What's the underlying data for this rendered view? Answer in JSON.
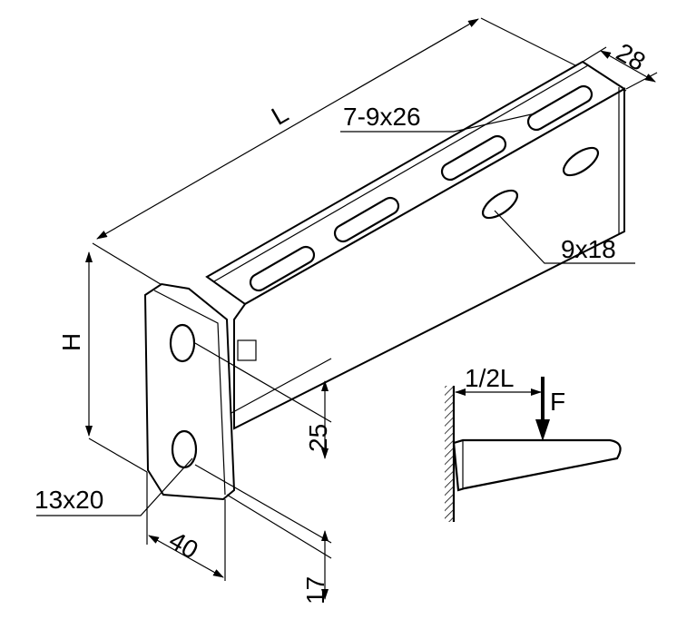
{
  "dimensions": {
    "length": "L",
    "width": "28",
    "top_slots": "7-9x26",
    "side_holes": "9x18",
    "height": "H",
    "hole_offset_top": "25",
    "plate_holes": "13x20",
    "plate_width": "40",
    "hole_offset_bottom": "17"
  },
  "load_diagram": {
    "distance": "1/2L",
    "force": "F"
  }
}
